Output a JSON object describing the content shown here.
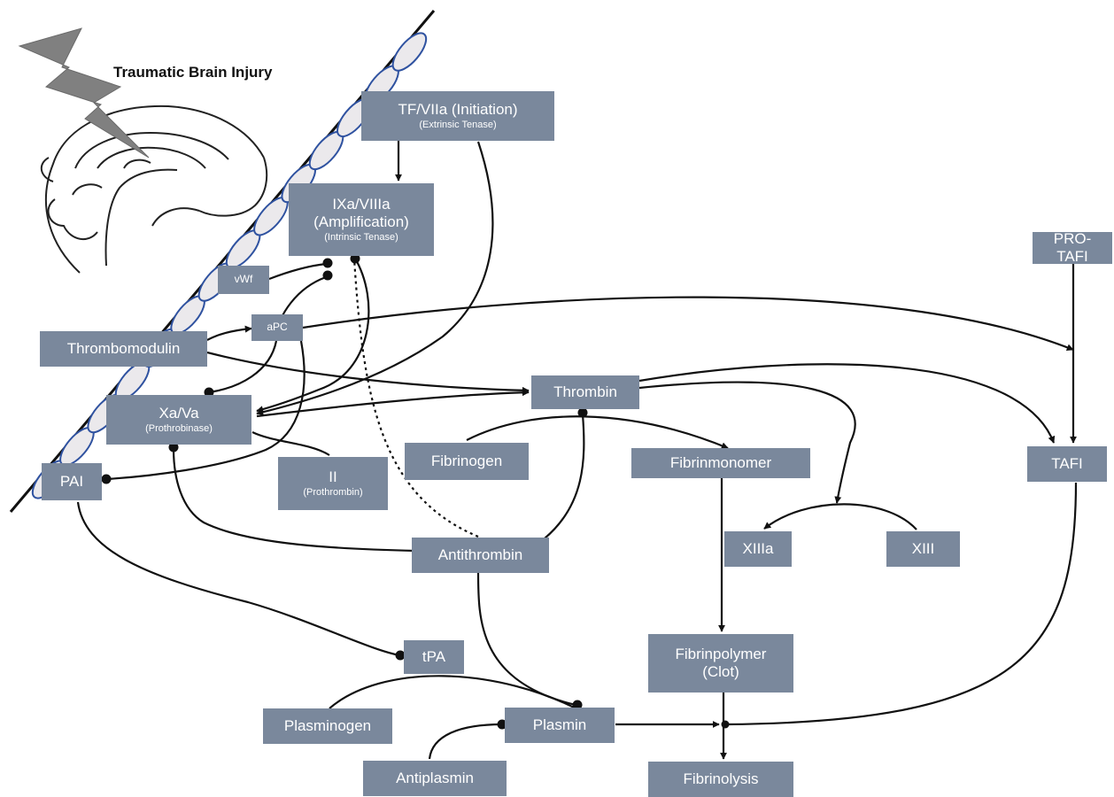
{
  "diagram": {
    "title": "Traumatic Brain Injury",
    "nodes": {
      "tf_viia": {
        "label": "TF/VIIa (Initiation)",
        "sub": "(Extrinsic Tenase)"
      },
      "ixa_viiia": {
        "label": "IXa/VIIIa",
        "label2": "(Amplification)",
        "sub": "(Intrinsic Tenase)"
      },
      "vwf": {
        "label": "vWf"
      },
      "apc": {
        "label": "aPC"
      },
      "thrombomodulin": {
        "label": "Thrombomodulin"
      },
      "xa_va": {
        "label": "Xa/Va",
        "sub": "(Prothrobinase)"
      },
      "ii": {
        "label": "II",
        "sub": "(Prothrombin)"
      },
      "pai": {
        "label": "PAI"
      },
      "thrombin": {
        "label": "Thrombin"
      },
      "fibrinogen": {
        "label": "Fibrinogen"
      },
      "fibrinmonomer": {
        "label": "Fibrinmonomer"
      },
      "xiiia": {
        "label": "XIIIa"
      },
      "xiii": {
        "label": "XIII"
      },
      "antithrombin": {
        "label": "Antithrombin"
      },
      "tpa": {
        "label": "tPA"
      },
      "plasminogen": {
        "label": "Plasminogen"
      },
      "plasmin": {
        "label": "Plasmin"
      },
      "antiplasmin": {
        "label": "Antiplasmin"
      },
      "fibrinpolymer": {
        "label": "Fibrinpolymer",
        "label2": "(Clot)"
      },
      "fibrinolysis": {
        "label": "Fibrinolysis"
      },
      "pro_tafi": {
        "label": "PRO-",
        "label2": "TAFI"
      },
      "tafi": {
        "label": "TAFI"
      }
    },
    "colors": {
      "node_fill": "#7a889c",
      "node_text": "#ffffff",
      "arrow": "#111111",
      "cell_outline": "#2f52a0",
      "cell_fill": "#ebe9ec",
      "bolt": "#808080"
    }
  }
}
